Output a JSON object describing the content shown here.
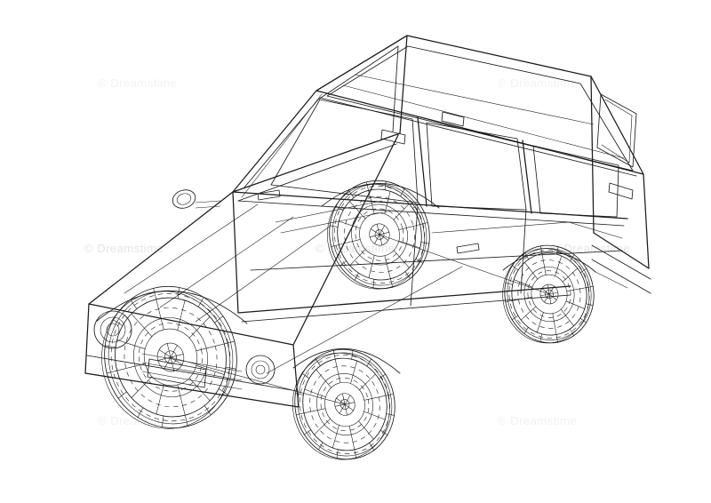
{
  "page": {
    "background_color": "#ffffff",
    "description": "3D blueprint wireframe drawing of an SUV car shown in perspective, front-left view, black line art on white background"
  },
  "drawing": {
    "title": "Car 3D blueprint wireframe",
    "stroke_color": "#1b1b1b",
    "parts": [
      "roof",
      "windshield",
      "hood",
      "front-bumper",
      "grille",
      "headlight",
      "fog-light",
      "side-mirror",
      "side-windows",
      "rear-window",
      "door-handles",
      "front-left-wheel",
      "front-right-wheel",
      "rear-left-wheel",
      "rear-right-wheel",
      "axles"
    ]
  },
  "watermark": {
    "text": "© Dreamstime",
    "color": "#c4c4c4"
  }
}
